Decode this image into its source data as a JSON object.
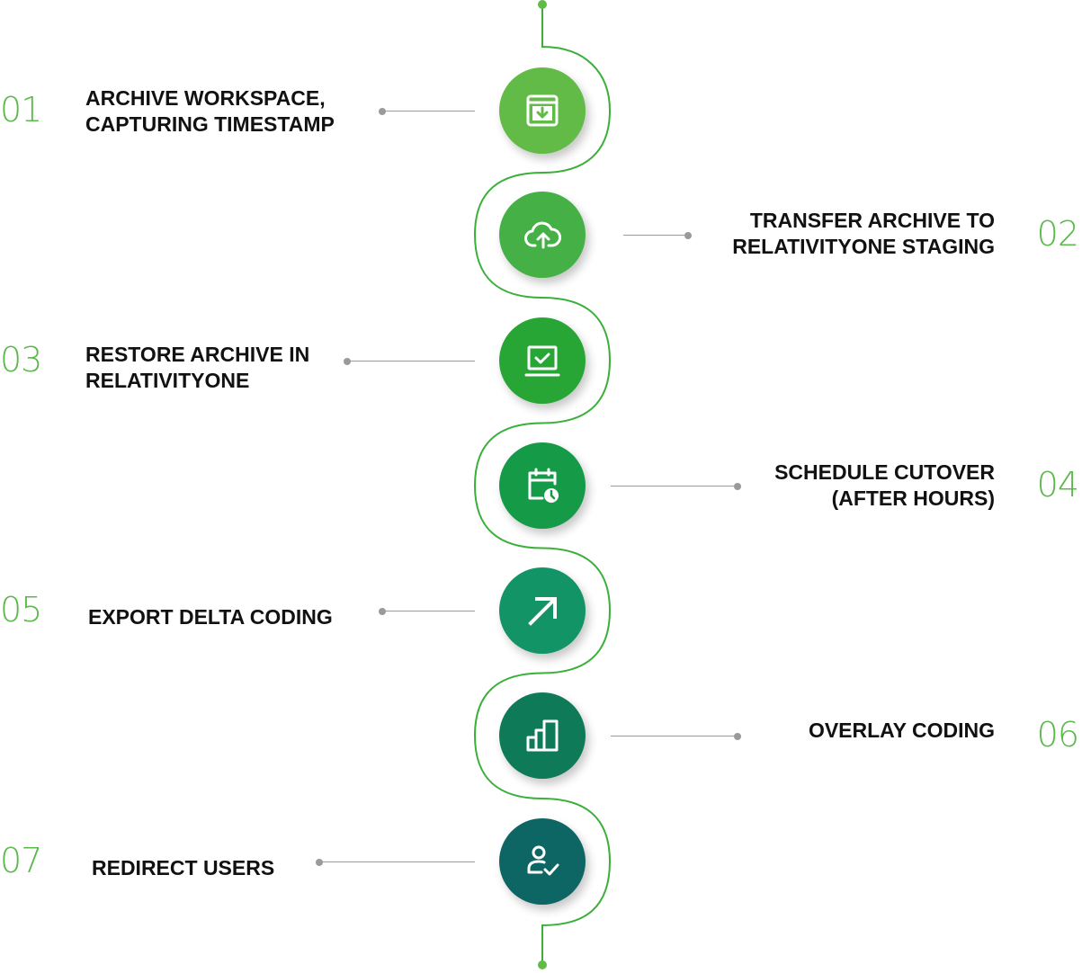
{
  "colors": {
    "path": "#3ab03a",
    "number": "#5bb94b",
    "label": "#111111",
    "connector": "#9a9a9a"
  },
  "steps": [
    {
      "number": "01",
      "lines": [
        "ARCHIVE WORKSPACE,",
        "CAPTURING TIMESTAMP"
      ],
      "side": "left",
      "icon": "archive-download-icon",
      "color": "#62bb46"
    },
    {
      "number": "02",
      "lines": [
        "TRANSFER ARCHIVE TO",
        "RELATIVITYONE STAGING"
      ],
      "side": "right",
      "icon": "cloud-upload-icon",
      "color": "#45b045"
    },
    {
      "number": "03",
      "lines": [
        "RESTORE ARCHIVE IN",
        "RELATIVITYONE"
      ],
      "side": "left",
      "icon": "laptop-check-icon",
      "color": "#27a535"
    },
    {
      "number": "04",
      "lines": [
        "SCHEDULE CUTOVER",
        "(AFTER HOURS)"
      ],
      "side": "right",
      "icon": "calendar-clock-icon",
      "color": "#159a48"
    },
    {
      "number": "05",
      "lines": [
        "EXPORT DELTA CODING"
      ],
      "side": "left",
      "icon": "arrow-up-right-icon",
      "color": "#129466"
    },
    {
      "number": "06",
      "lines": [
        "OVERLAY CODING"
      ],
      "side": "right",
      "icon": "bar-chart-icon",
      "color": "#0e7a58"
    },
    {
      "number": "07",
      "lines": [
        "REDIRECT USERS"
      ],
      "side": "left",
      "icon": "user-check-icon",
      "color": "#0e6664"
    }
  ]
}
